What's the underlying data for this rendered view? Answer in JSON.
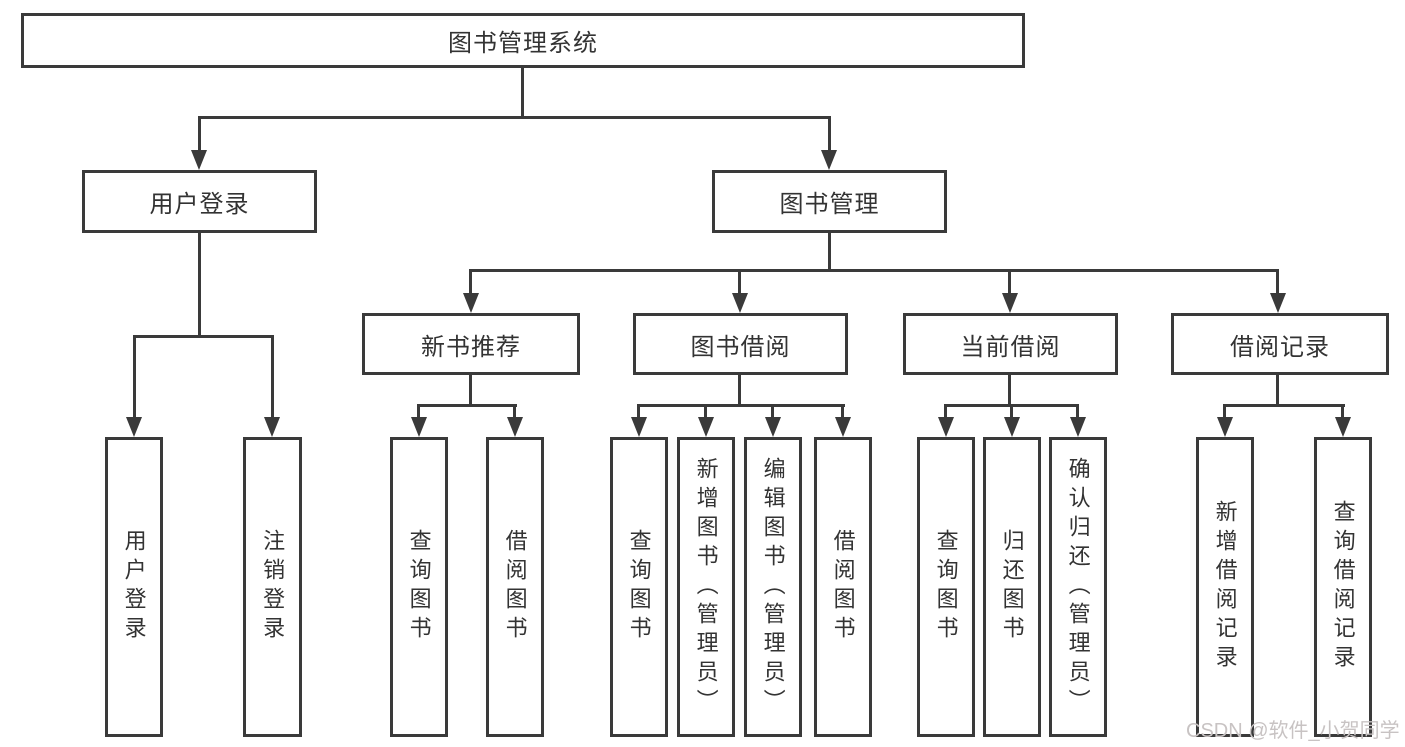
{
  "tree": {
    "root": {
      "label": "图书管理系统"
    },
    "branches": [
      {
        "label": "用户登录",
        "children": [
          {
            "label": "用户登录"
          },
          {
            "label": "注销登录"
          }
        ]
      },
      {
        "label": "图书管理",
        "groups": [
          {
            "label": "新书推荐",
            "children": [
              {
                "label": "查询图书"
              },
              {
                "label": "借阅图书"
              }
            ]
          },
          {
            "label": "图书借阅",
            "children": [
              {
                "label": "查询图书"
              },
              {
                "label": "新增图书（管理员）"
              },
              {
                "label": "编辑图书（管理员）"
              },
              {
                "label": "借阅图书"
              }
            ]
          },
          {
            "label": "当前借阅",
            "children": [
              {
                "label": "查询图书"
              },
              {
                "label": "归还图书"
              },
              {
                "label": "确认归还（管理员）"
              }
            ]
          },
          {
            "label": "借阅记录",
            "children": [
              {
                "label": "新增借阅记录"
              },
              {
                "label": "查询借阅记录"
              }
            ]
          }
        ]
      }
    ]
  },
  "watermark": {
    "text": "CSDN @软件_小贺同学"
  },
  "colors": {
    "line": "#3a3a3a",
    "text": "#333333",
    "background": "#ffffff",
    "watermark": "#c8c3c3"
  }
}
